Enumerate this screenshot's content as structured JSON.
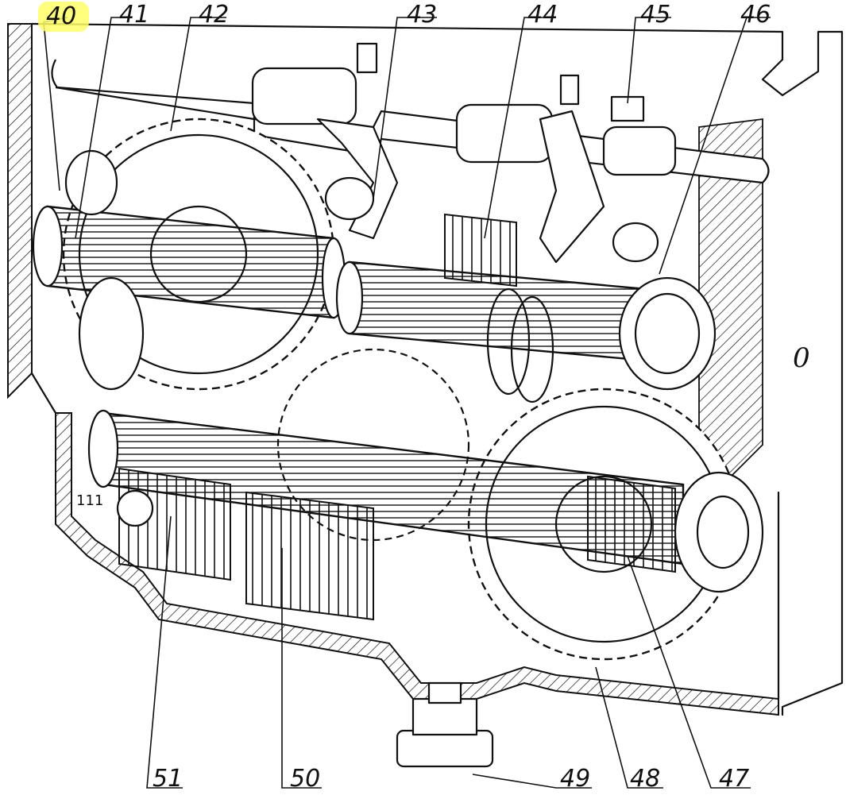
{
  "drawing": {
    "highlight_color": "#ffff66",
    "ink_color": "#111111",
    "labels": [
      {
        "id": "40",
        "text": "40",
        "highlighted": true
      },
      {
        "id": "41",
        "text": "41"
      },
      {
        "id": "42",
        "text": "42"
      },
      {
        "id": "43",
        "text": "43"
      },
      {
        "id": "44",
        "text": "44"
      },
      {
        "id": "45",
        "text": "45"
      },
      {
        "id": "46",
        "text": "46"
      },
      {
        "id": "47",
        "text": "47"
      },
      {
        "id": "48",
        "text": "48"
      },
      {
        "id": "49",
        "text": "49"
      },
      {
        "id": "50",
        "text": "50"
      },
      {
        "id": "51",
        "text": "51"
      }
    ],
    "side_mark": "0",
    "housing_mark": "111"
  }
}
